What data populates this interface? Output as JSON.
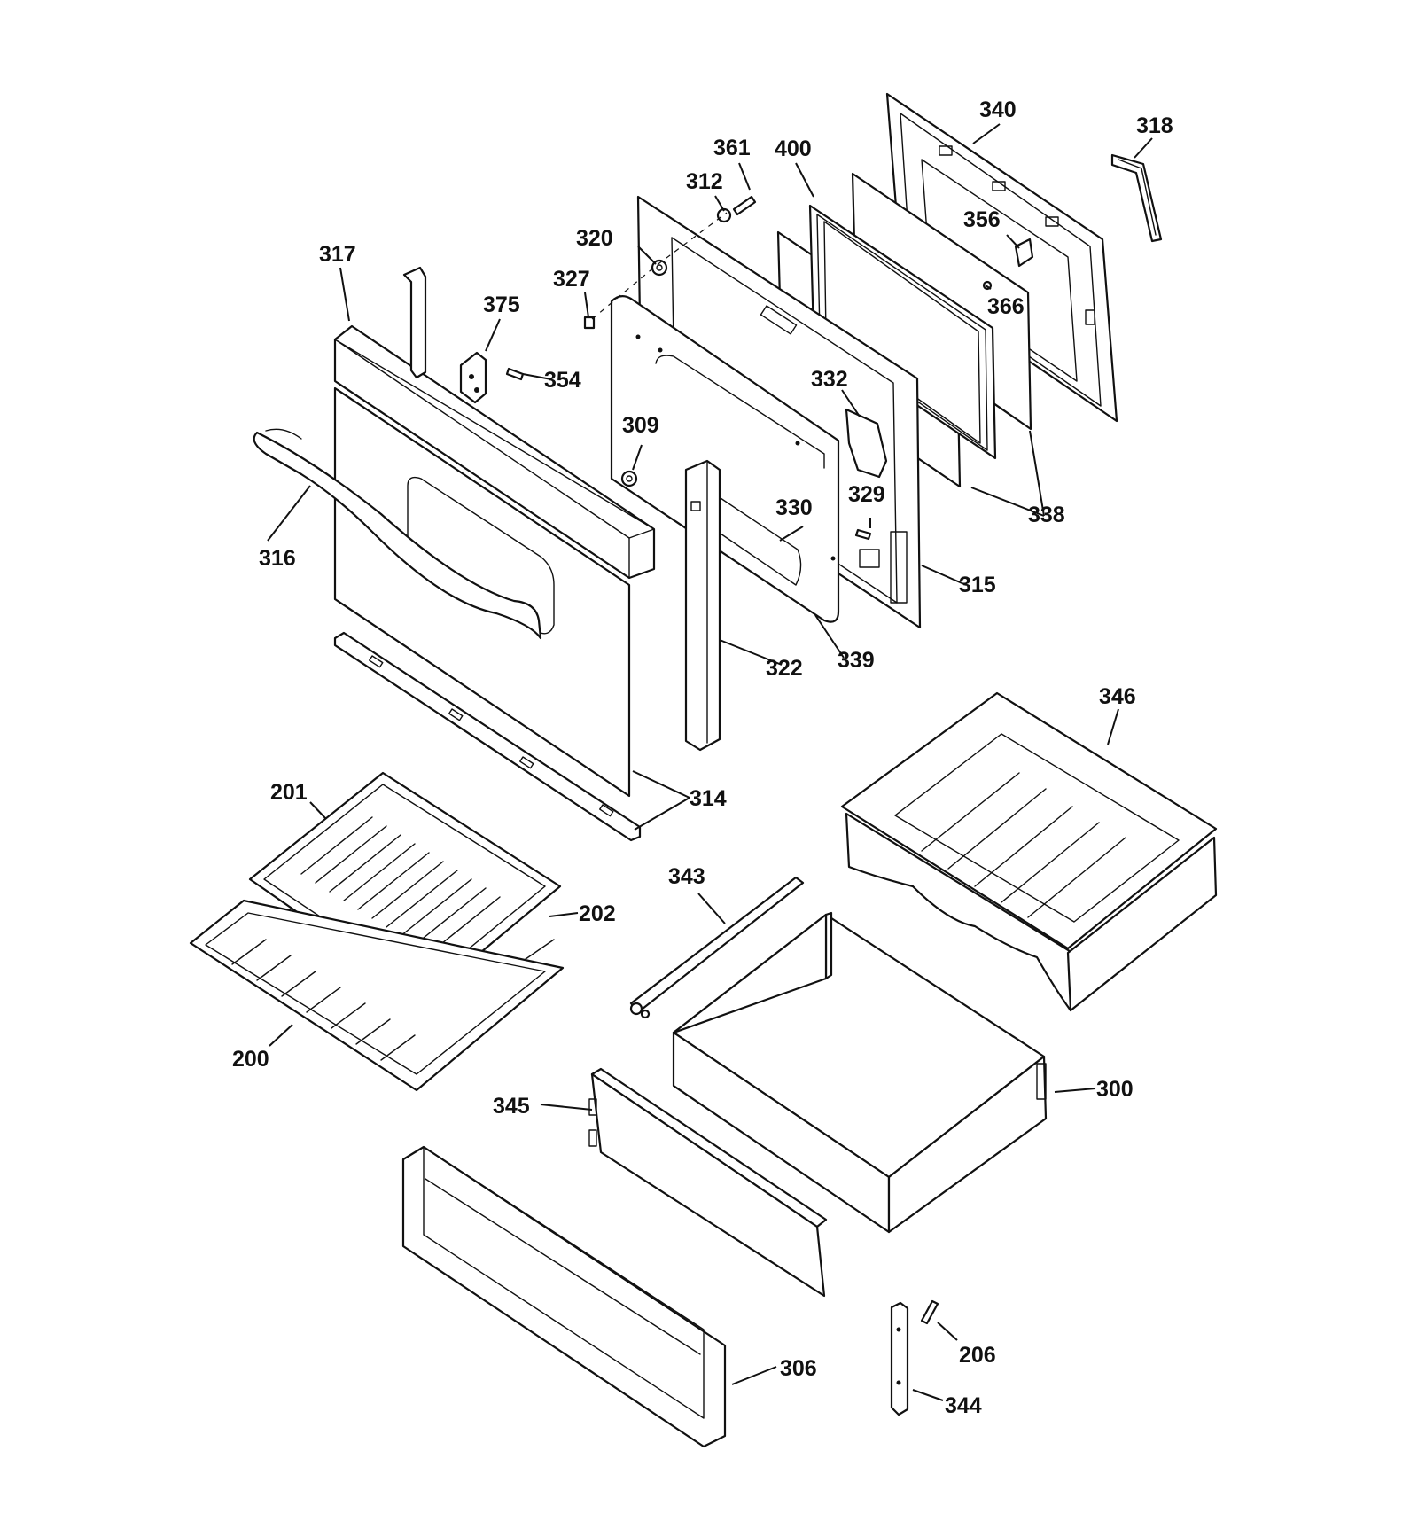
{
  "callouts": {
    "c340": "340",
    "c318": "318",
    "c361": "361",
    "c400": "400",
    "c312": "312",
    "c356": "356",
    "c320": "320",
    "c327": "327",
    "c366": "366",
    "c317": "317",
    "c375": "375",
    "c354": "354",
    "c332": "332",
    "c309": "309",
    "c330": "330",
    "c338": "338",
    "c329": "329",
    "c316": "316",
    "c315": "315",
    "c322": "322",
    "c339": "339",
    "c346": "346",
    "c201": "201",
    "c314": "314",
    "c343": "343",
    "c202": "202",
    "c200": "200",
    "c345": "345",
    "c300": "300",
    "c306": "306",
    "c206": "206",
    "c344": "344"
  }
}
